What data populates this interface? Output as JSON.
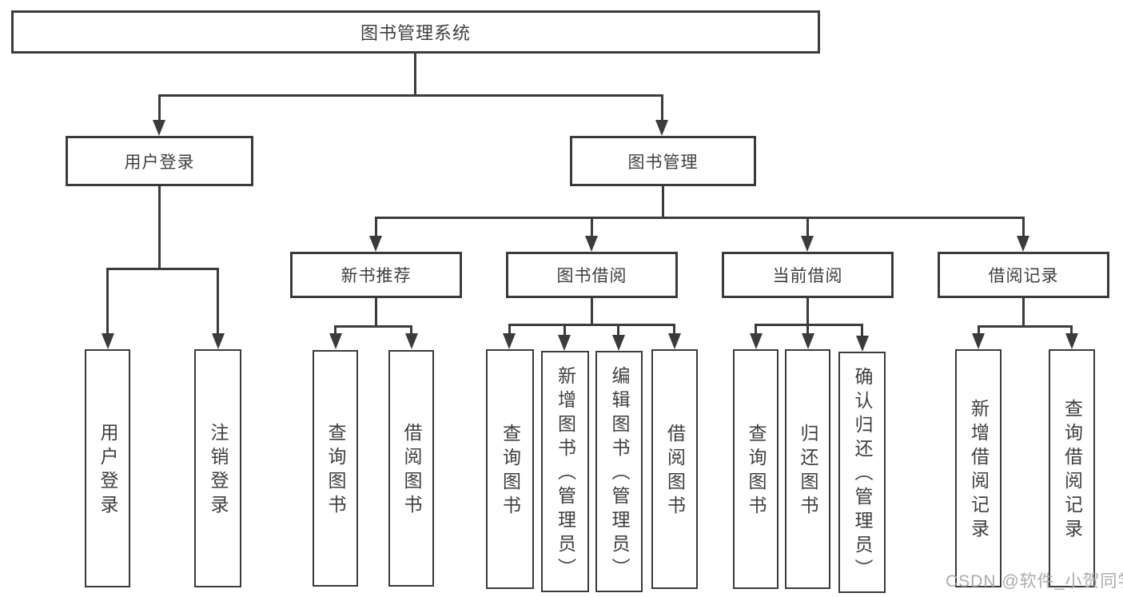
{
  "diagram": {
    "root": {
      "label": "图书管理系统"
    },
    "branches": [
      {
        "label": "用户登录",
        "children": [
          {
            "label": "用户登录"
          },
          {
            "label": "注销登录"
          }
        ]
      },
      {
        "label": "图书管理",
        "children": [
          {
            "label": "新书推荐",
            "children": [
              {
                "label": "查询图书"
              },
              {
                "label": "借阅图书"
              }
            ]
          },
          {
            "label": "图书借阅",
            "children": [
              {
                "label": "查询图书"
              },
              {
                "label": "新增图书（管理员）"
              },
              {
                "label": "编辑图书（管理员）"
              },
              {
                "label": "借阅图书"
              }
            ]
          },
          {
            "label": "当前借阅",
            "children": [
              {
                "label": "查询图书"
              },
              {
                "label": "归还图书"
              },
              {
                "label": "确认归还（管理员）"
              }
            ]
          },
          {
            "label": "借阅记录",
            "children": [
              {
                "label": "新增借阅记录"
              },
              {
                "label": "查询借阅记录"
              }
            ]
          }
        ]
      }
    ]
  },
  "watermark": {
    "text": "CSDN @软件_小贺同学"
  },
  "colors": {
    "line": "#3b3b3b",
    "text": "#3e3e3e",
    "watermark": "#ababab",
    "background": "#ffffff"
  }
}
